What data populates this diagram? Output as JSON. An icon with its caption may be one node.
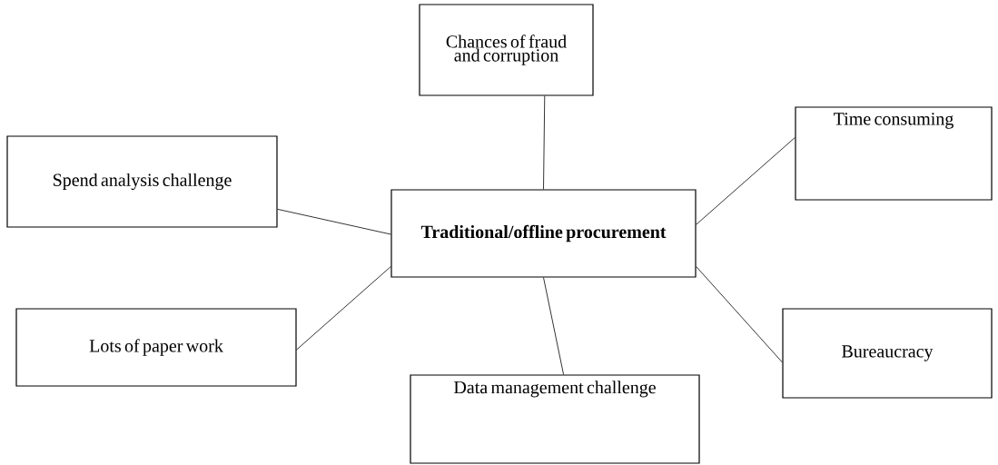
{
  "diagram": {
    "nodes": [
      {
        "text": [
          "Traditional/offline procurement"
        ]
      },
      {
        "text": [
          "Chances of fraud and corruption"
        ]
      },
      {
        "text": [
          "Time consuming"
        ]
      },
      {
        "text": [
          "Spend analysis challenge"
        ]
      },
      {
        "text": [
          "Lots of paper work"
        ]
      },
      {
        "text": [
          "Bureaucracy"
        ]
      },
      {
        "text": [
          "Data management challenge"
        ]
      }
    ],
    "edges": [
      {
        "from": 0,
        "to": 1,
        "arrow": "none"
      },
      {
        "from": 0,
        "to": 2,
        "arrow": "none"
      },
      {
        "from": 0,
        "to": 3,
        "arrow": "none"
      },
      {
        "from": 0,
        "to": 4,
        "arrow": "none"
      },
      {
        "from": 0,
        "to": 5,
        "arrow": "none"
      },
      {
        "from": 0,
        "to": 6,
        "arrow": "none"
      }
    ]
  }
}
